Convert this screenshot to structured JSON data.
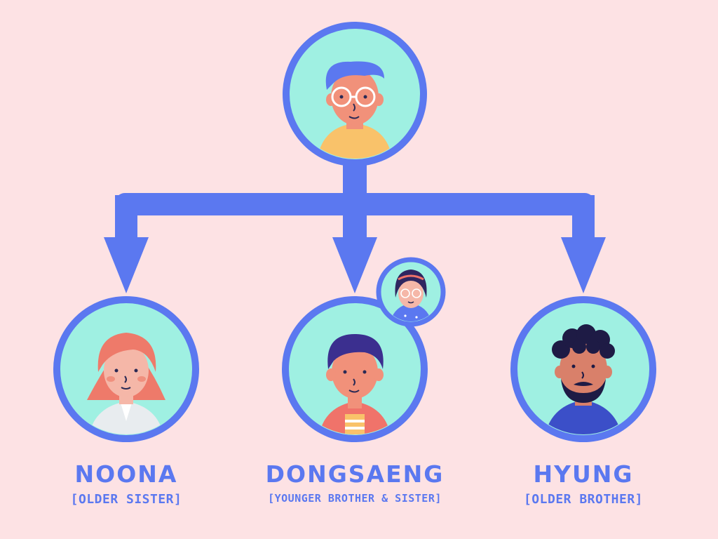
{
  "colors": {
    "background": "#fde2e4",
    "accent_blue": "#5b78f0",
    "avatar_fill": "#9ff0e2"
  },
  "nodes": {
    "noona": {
      "title": "NOONA",
      "subtitle": "[OLDER SISTER]"
    },
    "dongsaeng": {
      "title": "DONGSAENG",
      "subtitle": "[YOUNGER BROTHER & SISTER]"
    },
    "hyung": {
      "title": "HYUNG",
      "subtitle": "[OLDER BROTHER]"
    }
  }
}
